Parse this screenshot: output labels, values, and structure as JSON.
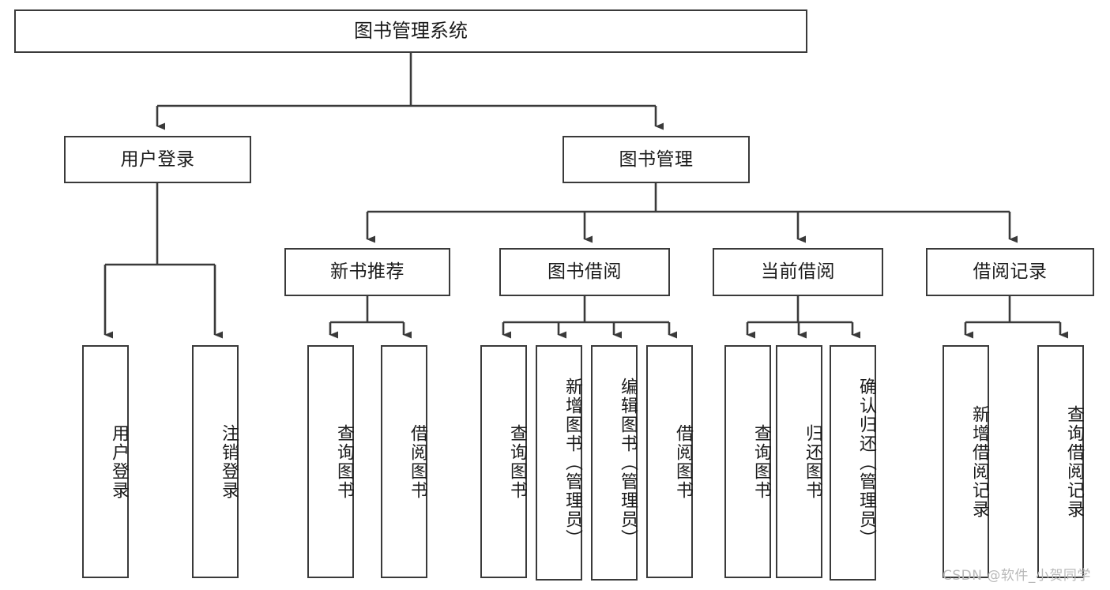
{
  "diagram": {
    "title": "图书管理系统",
    "root": {
      "label": "图书管理系统"
    },
    "level1": [
      {
        "label": "用户登录"
      },
      {
        "label": "图书管理"
      }
    ],
    "level2": [
      {
        "label": "新书推荐"
      },
      {
        "label": "图书借阅"
      },
      {
        "label": "当前借阅"
      },
      {
        "label": "借阅记录"
      }
    ],
    "leaves": {
      "user_login": [
        {
          "label": "用户登录"
        },
        {
          "label": "注销登录"
        }
      ],
      "new_book": [
        {
          "label": "查询图书"
        },
        {
          "label": "借阅图书"
        }
      ],
      "book_borrow": [
        {
          "label": "查询图书"
        },
        {
          "label": "新增图书（管理员）"
        },
        {
          "label": "编辑图书（管理员）"
        },
        {
          "label": "借阅图书"
        }
      ],
      "current_borrow": [
        {
          "label": "查询图书"
        },
        {
          "label": "归还图书"
        },
        {
          "label": "确认归还（管理员）"
        }
      ],
      "borrow_record": [
        {
          "label": "新增借阅记录"
        },
        {
          "label": "查询借阅记录"
        }
      ]
    }
  },
  "watermark": {
    "text": "CSDN @软件_小贺同学"
  },
  "colors": {
    "stroke": "#3a3a3a",
    "text": "#1b1b1b",
    "background": "#ffffff",
    "watermark": "#b9b9b9"
  }
}
